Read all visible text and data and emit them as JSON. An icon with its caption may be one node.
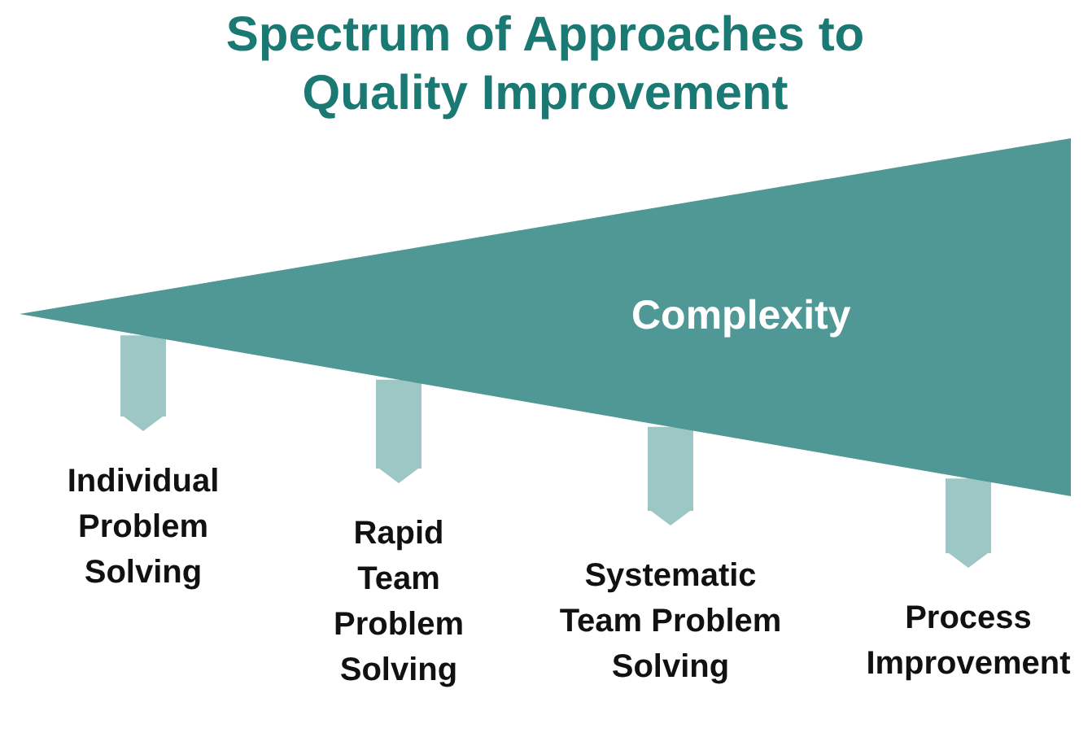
{
  "diagram": {
    "title": "Spectrum of Approaches to Quality Improvement",
    "nodes": [
      {
        "text": [
          "Complexity"
        ]
      },
      {
        "text": [
          "Individual Problem Solving"
        ]
      },
      {
        "text": [
          "Rapid Team Problem Solving"
        ]
      },
      {
        "text": [
          "Systematic Team Problem Solving"
        ]
      },
      {
        "text": [
          "Process Improvement"
        ]
      }
    ],
    "edges": [
      {
        "from": 0,
        "to": 1,
        "arrow": "to"
      },
      {
        "from": 0,
        "to": 2,
        "arrow": "to"
      },
      {
        "from": 0,
        "to": 3,
        "arrow": "to"
      },
      {
        "from": 0,
        "to": 4,
        "arrow": "to"
      }
    ]
  }
}
